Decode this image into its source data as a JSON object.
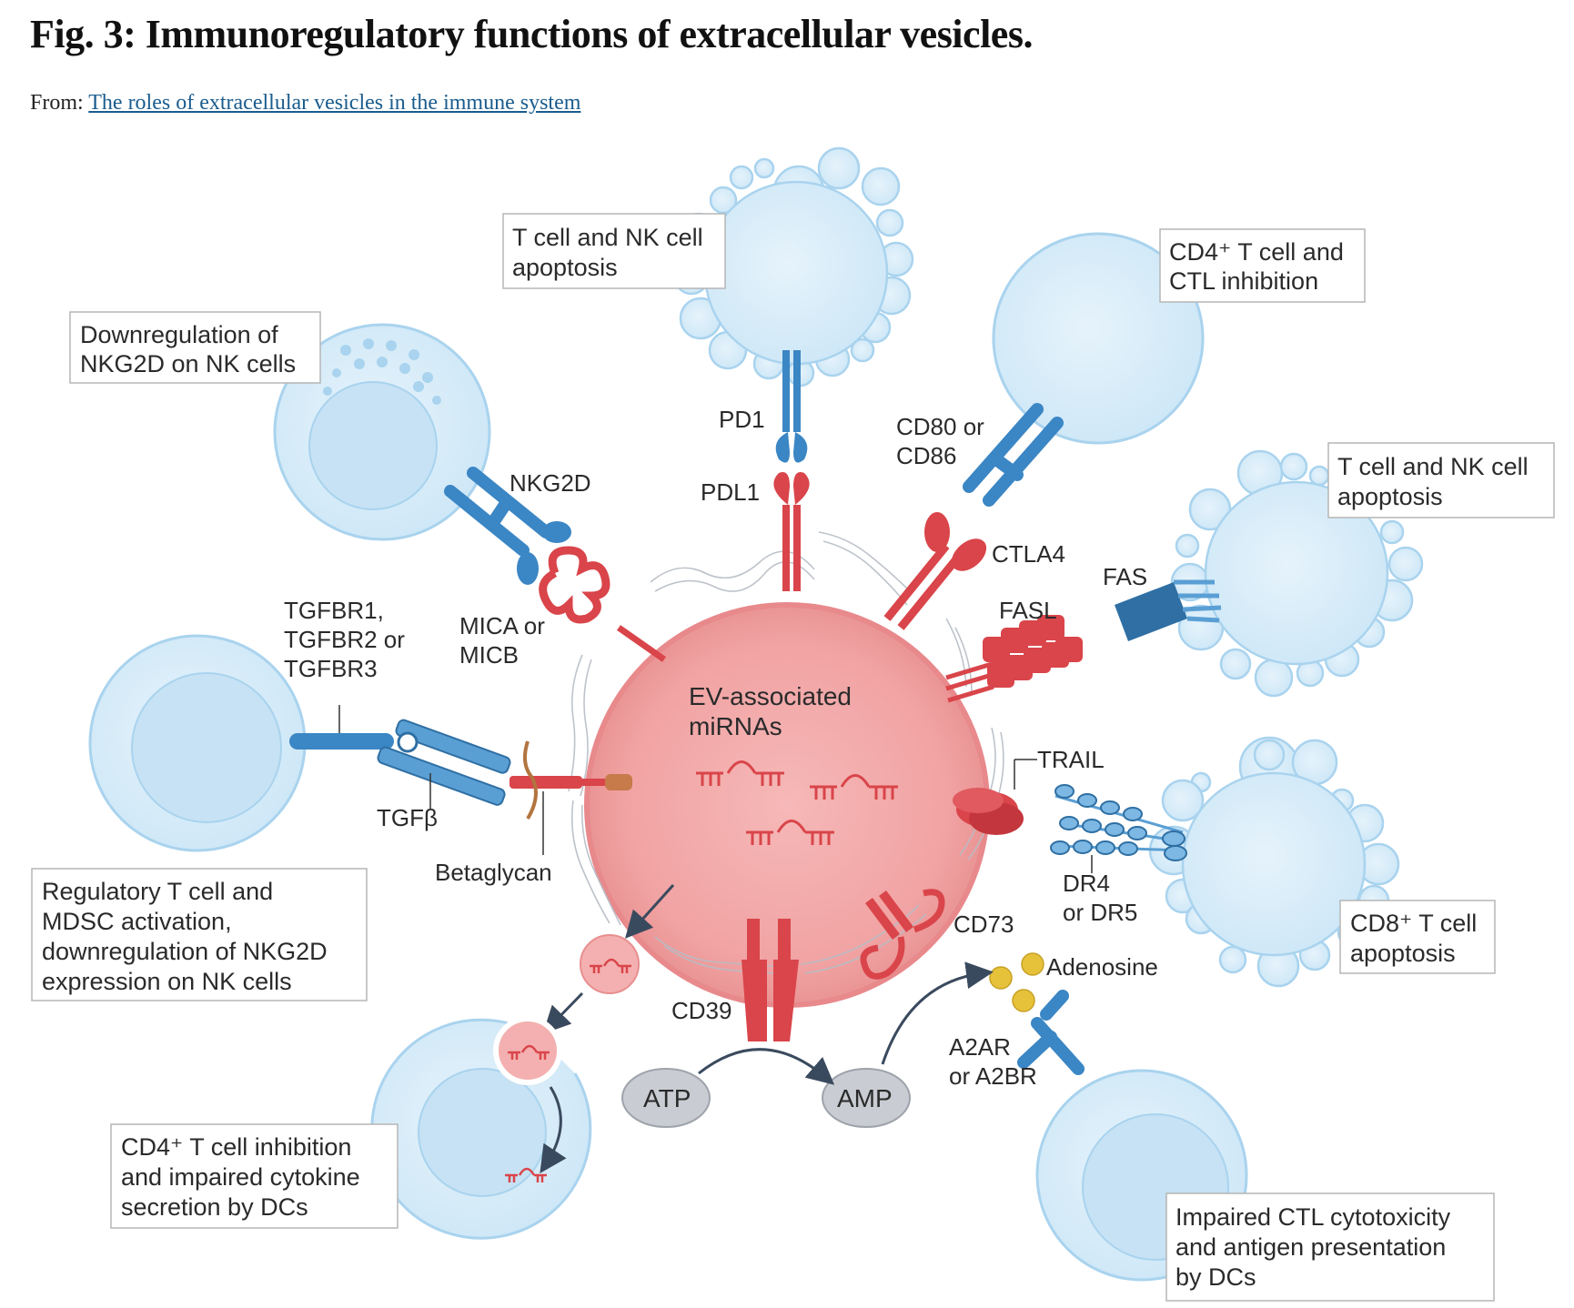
{
  "title": "Fig. 3: Immunoregulatory functions of extracellular vesicles.",
  "source": {
    "prefix": "From: ",
    "link_text": "The roles of extracellular vesicles in the immune system"
  },
  "center": {
    "label": [
      "EV-associated",
      "miRNAs"
    ]
  },
  "boxes": {
    "tnk_top": [
      "T cell and NK cell",
      "apoptosis"
    ],
    "nkg2d_down": [
      "Downregulation of",
      "NKG2D on NK cells"
    ],
    "cd4_ctl": [
      "CD4⁺ T cell and",
      "CTL inhibition"
    ],
    "tnk_right": [
      "T cell and NK cell",
      "apoptosis"
    ],
    "treg": [
      "Regulatory T cell and",
      "MDSC activation,",
      "downregulation of NKG2D",
      "expression on NK cells"
    ],
    "cd8": [
      "CD8⁺ T cell",
      "apoptosis"
    ],
    "cd4_dc": [
      "CD4⁺ T cell inhibition",
      "and impaired cytokine",
      "secretion by DCs"
    ],
    "ctl_dc": [
      "Impaired CTL cytotoxicity",
      "and antigen presentation",
      "by DCs"
    ]
  },
  "labels": {
    "pd1": "PD1",
    "pdl1": "PDL1",
    "cd80": [
      "CD80 or",
      "CD86"
    ],
    "ctla4": "CTLA4",
    "nkg2d": "NKG2D",
    "mica": [
      "MICA or",
      "MICB"
    ],
    "tgfbr": [
      "TGFBR1,",
      "TGFBR2 or",
      "TGFBR3"
    ],
    "tgfb": "TGFβ",
    "betaglycan": "Betaglycan",
    "fas": "FAS",
    "fasl": "FASL",
    "trail": "TRAIL",
    "dr": [
      "DR4",
      "or DR5"
    ],
    "cd73": "CD73",
    "adenosine": "Adenosine",
    "a2ar": [
      "A2AR",
      "or A2BR"
    ],
    "cd39": "CD39",
    "atp": "ATP",
    "amp": "AMP"
  },
  "colors": {
    "ev_fill": "#f2a7a7",
    "ev_stroke": "#e88f8f",
    "cell_fill": "#d6ecf8",
    "cell_stroke": "#a9d3ee",
    "receptor_blue": "#3b86c4",
    "ligand_red": "#d9454a",
    "adenosine": "#e6c23a"
  }
}
